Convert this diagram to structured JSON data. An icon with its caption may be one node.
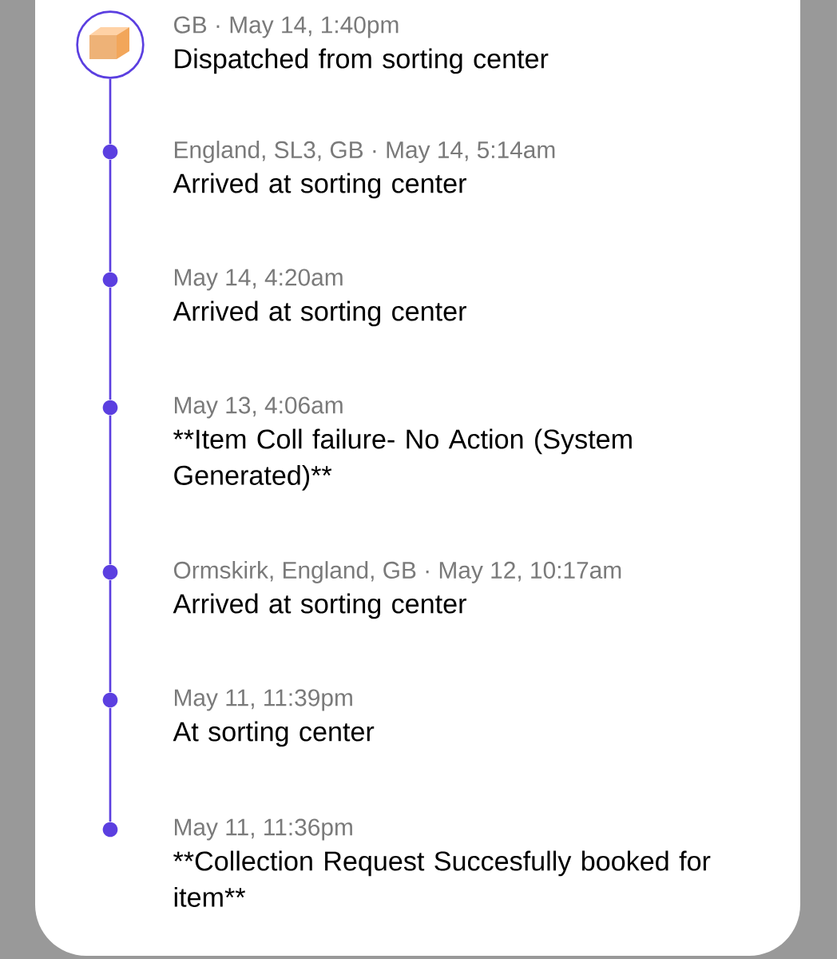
{
  "diagram": {
    "nodes": [
      {
        "text": [],
        "shape": "circle",
        "beside": [
          "GB · May 14, 1:40pm",
          "Dispatched from sorting center"
        ]
      },
      {
        "text": [],
        "shape": "circle",
        "beside": [
          "England, SL3, GB · May 14, 5:14am",
          "Arrived at sorting center"
        ]
      },
      {
        "text": [],
        "shape": "circle",
        "beside": [
          "May 14, 4:20am",
          "Arrived at sorting center"
        ]
      },
      {
        "text": [],
        "shape": "circle",
        "beside": [
          "May 13, 4:06am",
          "**Item Coll failure- No Action (System Generated)**"
        ]
      },
      {
        "text": [],
        "shape": "circle",
        "beside": [
          "Ormskirk, England, GB · May 12, 10:17am",
          "Arrived at sorting center"
        ]
      },
      {
        "text": [],
        "shape": "circle",
        "beside": [
          "May 11, 11:39pm",
          "At sorting center"
        ]
      },
      {
        "text": [],
        "shape": "circle",
        "beside": [
          "May 11, 11:36pm",
          "**Collection Request Succesfully booked for item**"
        ]
      }
    ],
    "edges": [
      {
        "from": 0,
        "to": 1,
        "arrow": "none"
      },
      {
        "from": 1,
        "to": 2,
        "arrow": "none"
      },
      {
        "from": 2,
        "to": 3,
        "arrow": "none"
      },
      {
        "from": 3,
        "to": 4,
        "arrow": "none"
      },
      {
        "from": 4,
        "to": 5,
        "arrow": "none"
      },
      {
        "from": 5,
        "to": 6,
        "arrow": "none"
      }
    ]
  }
}
